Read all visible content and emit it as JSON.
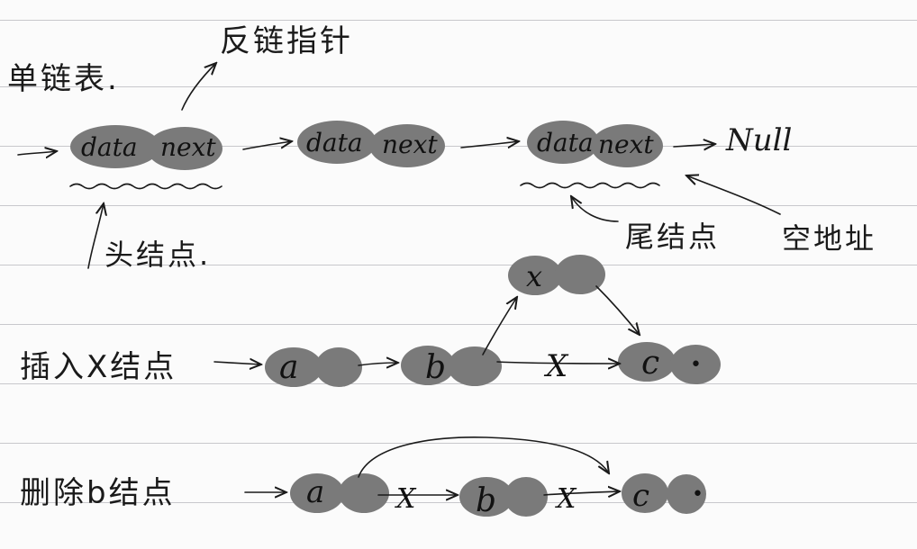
{
  "labels": {
    "single_list": "单链表.",
    "reverse_pointer": "反链指针",
    "head_node": "头结点.",
    "tail_node": "尾结点",
    "null_address": "空地址",
    "null": "Null",
    "insert": "插入X结点",
    "delete": "删除b结点"
  },
  "row1": {
    "nodes": [
      {
        "data": "data",
        "next": "next"
      },
      {
        "data": "data",
        "next": "next"
      },
      {
        "data": "data",
        "next": "next"
      }
    ]
  },
  "row2": {
    "nodes": [
      "a",
      "b",
      "c"
    ],
    "new_node": "x",
    "cut_mark": "X",
    "pointer_dot": "•"
  },
  "row3": {
    "nodes": [
      "a",
      "b",
      "c"
    ],
    "cut_mark": "X",
    "pointer_dot": "•"
  },
  "colors": {
    "node_fill": "#7a7a7a",
    "ink": "#1a1a1a",
    "rule": "#c8c8cc"
  }
}
